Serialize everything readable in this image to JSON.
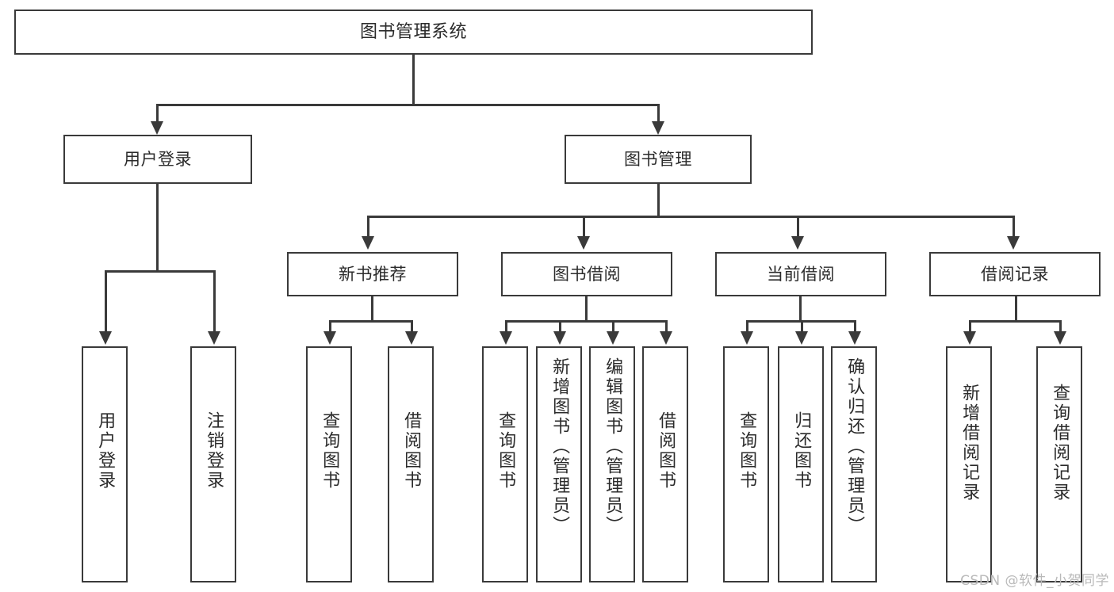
{
  "title": "图书管理系统",
  "watermark": "CSDN @软件_小贺同学",
  "colors": {
    "box_border": "#3a3a3a",
    "line": "#3a3a3a",
    "text": "#2b2b2b",
    "background": "#ffffff",
    "watermark": "#b9b9b9"
  },
  "chart_data": {
    "type": "diagram",
    "diagram_kind": "tree-hierarchy-chart",
    "title": "图书管理系统",
    "orientation": "top-down",
    "levels": 4,
    "root": "图书管理系统",
    "nodes": [
      {
        "id": "root",
        "label": "图书管理系统",
        "level": 0,
        "parent": null,
        "text_orientation": "horizontal"
      },
      {
        "id": "login",
        "label": "用户登录",
        "level": 1,
        "parent": "root",
        "text_orientation": "horizontal"
      },
      {
        "id": "bookmgmt",
        "label": "图书管理",
        "level": 1,
        "parent": "root",
        "text_orientation": "horizontal"
      },
      {
        "id": "newbook",
        "label": "新书推荐",
        "level": 2,
        "parent": "bookmgmt",
        "text_orientation": "horizontal"
      },
      {
        "id": "borrow",
        "label": "图书借阅",
        "level": 2,
        "parent": "bookmgmt",
        "text_orientation": "horizontal"
      },
      {
        "id": "current",
        "label": "当前借阅",
        "level": 2,
        "parent": "bookmgmt",
        "text_orientation": "horizontal"
      },
      {
        "id": "records",
        "label": "借阅记录",
        "level": 2,
        "parent": "bookmgmt",
        "text_orientation": "horizontal"
      },
      {
        "id": "leaf1",
        "label": "用户登录",
        "level": 2,
        "parent": "login",
        "text_orientation": "vertical"
      },
      {
        "id": "leaf2",
        "label": "注销登录",
        "level": 2,
        "parent": "login",
        "text_orientation": "vertical"
      },
      {
        "id": "leaf3",
        "label": "查询图书",
        "level": 3,
        "parent": "newbook",
        "text_orientation": "vertical"
      },
      {
        "id": "leaf4",
        "label": "借阅图书",
        "level": 3,
        "parent": "newbook",
        "text_orientation": "vertical"
      },
      {
        "id": "leaf5",
        "label": "查询图书",
        "level": 3,
        "parent": "borrow",
        "text_orientation": "vertical"
      },
      {
        "id": "leaf6",
        "label": "新增图书（管理员）",
        "level": 3,
        "parent": "borrow",
        "text_orientation": "vertical"
      },
      {
        "id": "leaf7",
        "label": "编辑图书（管理员）",
        "level": 3,
        "parent": "borrow",
        "text_orientation": "vertical"
      },
      {
        "id": "leaf8",
        "label": "借阅图书",
        "level": 3,
        "parent": "borrow",
        "text_orientation": "vertical"
      },
      {
        "id": "leaf9",
        "label": "查询图书",
        "level": 3,
        "parent": "current",
        "text_orientation": "vertical"
      },
      {
        "id": "leaf10",
        "label": "归还图书",
        "level": 3,
        "parent": "current",
        "text_orientation": "vertical"
      },
      {
        "id": "leaf11",
        "label": "确认归还（管理员）",
        "level": 3,
        "parent": "current",
        "text_orientation": "vertical"
      },
      {
        "id": "leaf12",
        "label": "新增借阅记录",
        "level": 3,
        "parent": "records",
        "text_orientation": "vertical"
      },
      {
        "id": "leaf13",
        "label": "查询借阅记录",
        "level": 3,
        "parent": "records",
        "text_orientation": "vertical"
      }
    ],
    "edges": [
      {
        "from": "root",
        "to": "login"
      },
      {
        "from": "root",
        "to": "bookmgmt"
      },
      {
        "from": "login",
        "to": "leaf1"
      },
      {
        "from": "login",
        "to": "leaf2"
      },
      {
        "from": "bookmgmt",
        "to": "newbook"
      },
      {
        "from": "bookmgmt",
        "to": "borrow"
      },
      {
        "from": "bookmgmt",
        "to": "current"
      },
      {
        "from": "bookmgmt",
        "to": "records"
      },
      {
        "from": "newbook",
        "to": "leaf3"
      },
      {
        "from": "newbook",
        "to": "leaf4"
      },
      {
        "from": "borrow",
        "to": "leaf5"
      },
      {
        "from": "borrow",
        "to": "leaf6"
      },
      {
        "from": "borrow",
        "to": "leaf7"
      },
      {
        "from": "borrow",
        "to": "leaf8"
      },
      {
        "from": "current",
        "to": "leaf9"
      },
      {
        "from": "current",
        "to": "leaf10"
      },
      {
        "from": "current",
        "to": "leaf11"
      },
      {
        "from": "records",
        "to": "leaf12"
      },
      {
        "from": "records",
        "to": "leaf13"
      }
    ]
  }
}
